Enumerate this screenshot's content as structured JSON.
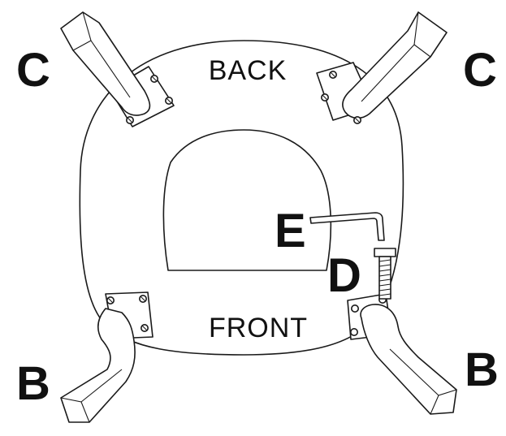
{
  "labels": {
    "back": "BACK",
    "front": "FRONT",
    "leg_back_left": "C",
    "leg_back_right": "C",
    "leg_front_left": "B",
    "leg_front_right": "B",
    "allen_key": "E",
    "bolt": "D"
  },
  "colors": {
    "ink": "#1a1a1a",
    "background": "#ffffff"
  }
}
